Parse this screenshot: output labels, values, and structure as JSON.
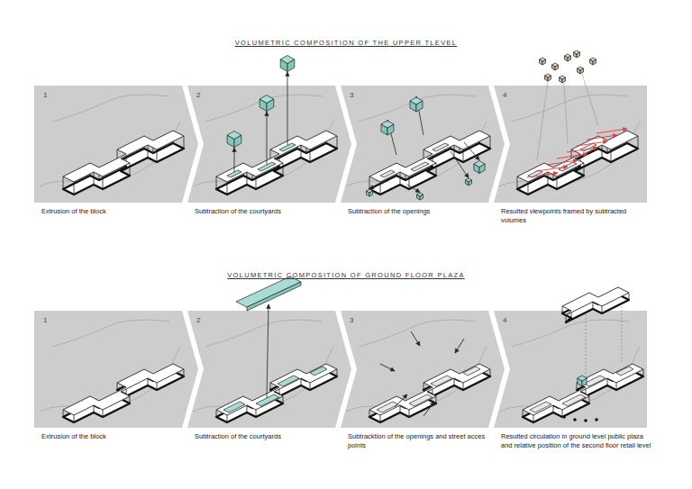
{
  "diagram": {
    "nodes": [
      {
        "text": [
          "1",
          "Extrusion of the block"
        ]
      },
      {
        "text": [
          "2",
          "Subtraction of the courtyards"
        ]
      },
      {
        "text": [
          "3",
          "Subtraction of the openings"
        ]
      },
      {
        "text": [
          "4",
          "Resulted viewpoints framed by subtracted volumes"
        ]
      },
      {
        "text": [
          "1",
          "Extrusion of the block"
        ]
      },
      {
        "text": [
          "2",
          "Subtraction of the courtyards"
        ]
      },
      {
        "text": [
          "3",
          "Subtracktion of the openings and street acces points"
        ]
      },
      {
        "text": [
          "4",
          "Resulted circulation in ground level public plaza and relative position of the second floor retail level"
        ]
      }
    ],
    "labels": [
      "VOLUMETRIC COMPOSITION OF THE UPPER TLEVEL",
      "VOLUMETRIC COMPOSITION OF GROUND FLOOR PLAZA"
    ]
  }
}
